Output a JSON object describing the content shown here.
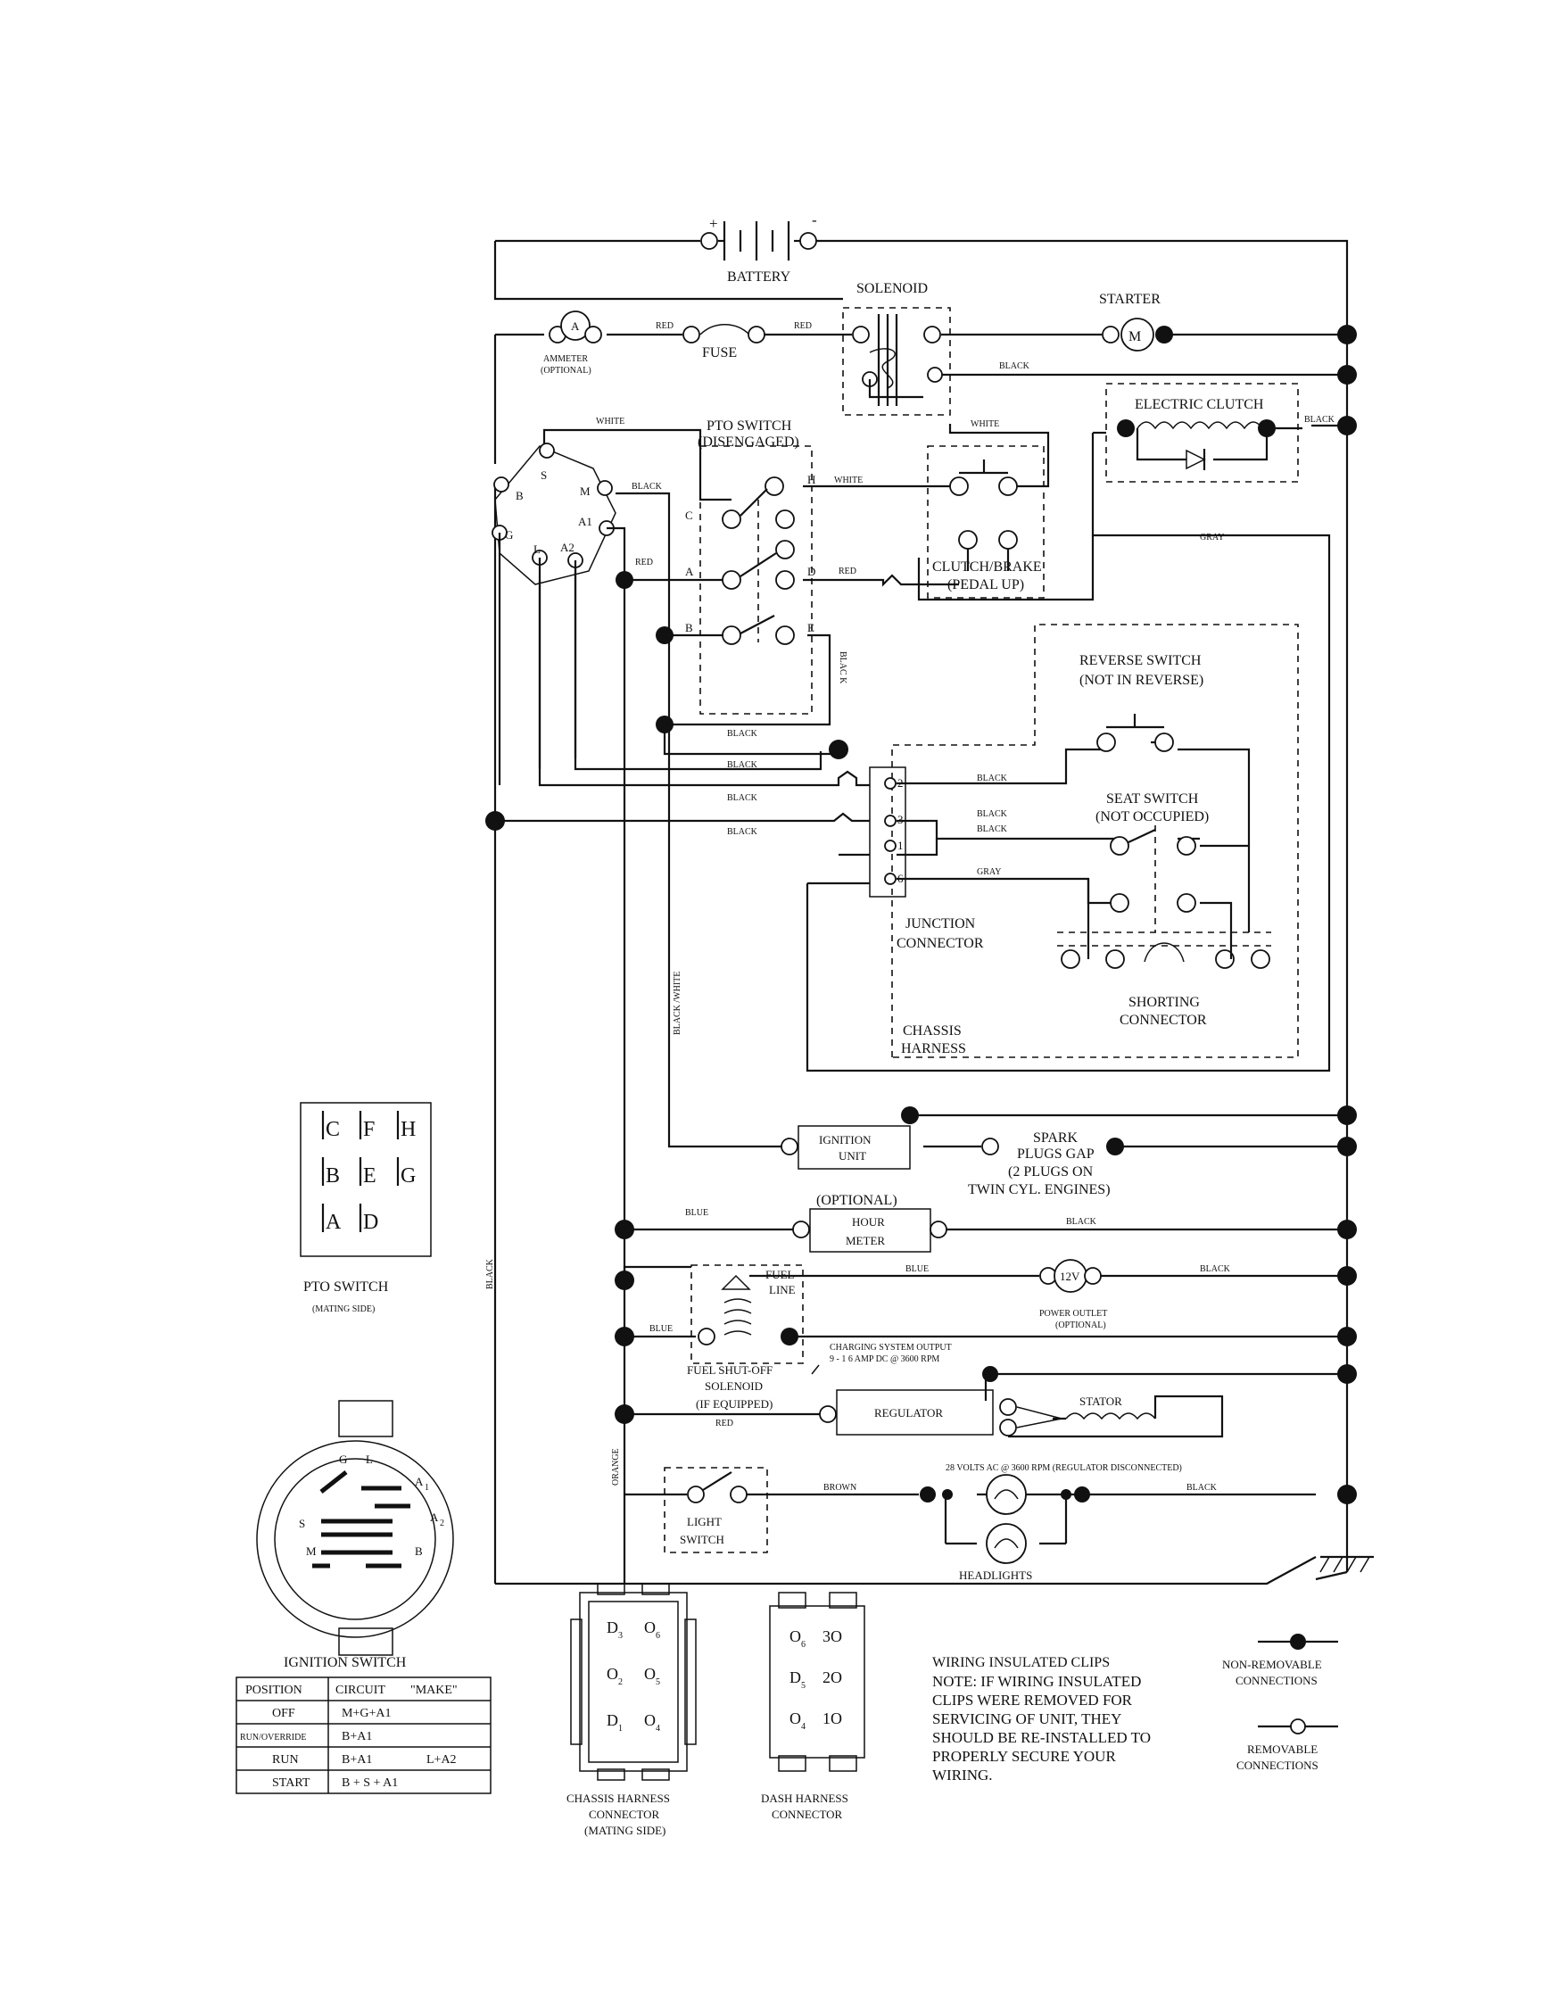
{
  "labels": {
    "battery": "BATTERY",
    "solenoid": "SOLENOID",
    "starter": "STARTER",
    "ammeter": "AMMETER",
    "ammeter_opt": "(OPTIONAL)",
    "fuse": "FUSE",
    "pto_switch": "PTO SWITCH",
    "pto_disengaged": "(DISENGAGED)",
    "electric_clutch": "ELECTRIC CLUTCH",
    "clutch_brake": "CLUTCH/BRAKE",
    "pedal_up": "(PEDAL UP)",
    "reverse_switch": "REVERSE SWITCH",
    "not_in_reverse": "(NOT IN REVERSE)",
    "seat_switch": "SEAT SWITCH",
    "not_occupied": "(NOT OCCUPIED)",
    "junction": "JUNCTION",
    "connector": "CONNECTOR",
    "shorting": "SHORTING",
    "shorting_connector": "CONNECTOR",
    "chassis": "CHASSIS",
    "harness": "HARNESS",
    "ignition_unit_1": "IGNITION",
    "ignition_unit_2": "UNIT",
    "spark_1": "SPARK",
    "spark_2": "PLUGS GAP",
    "spark_3": "(2 PLUGS ON",
    "spark_4": "TWIN CYL. ENGINES)",
    "optional": "(OPTIONAL)",
    "hour": "HOUR",
    "meter": "METER",
    "fuel_line_1": "FUEL",
    "fuel_line_2": "LINE",
    "power_outlet": "POWER OUTLET",
    "power_outlet_opt": "(OPTIONAL)",
    "twelve_v": "12V",
    "fuel_shutoff_1": "FUEL SHUT-OFF",
    "fuel_shutoff_2": "SOLENOID",
    "fuel_shutoff_3": "(IF EQUIPPED)",
    "charging_1": "CHARGING SYSTEM OUTPUT",
    "charging_2": "9 - 1 6 AMP DC @ 3600 RPM",
    "regulator": "REGULATOR",
    "stator": "STATOR",
    "volts_ac": "28 VOLTS AC @ 3600 RPM (REGULATOR DISCONNECTED)",
    "light_1": "LIGHT",
    "light_2": "SWITCH",
    "headlights": "HEADLIGHTS",
    "pto_mating_1": "PTO SWITCH",
    "pto_mating_2": "(MATING SIDE)",
    "ignition_switch": "IGNITION SWITCH",
    "chassis_conn_1": "CHASSIS HARNESS",
    "chassis_conn_2": "CONNECTOR",
    "chassis_conn_3": "(MATING SIDE)",
    "dash_conn_1": "DASH HARNESS",
    "dash_conn_2": "CONNECTOR",
    "non_removable_1": "NON-REMOVABLE",
    "non_removable_2": "CONNECTIONS",
    "removable_1": "REMOVABLE",
    "removable_2": "CONNECTIONS",
    "plus": "+",
    "minus": "-",
    "m": "M",
    "a": "A"
  },
  "wires": {
    "red": "RED",
    "black": "BLACK",
    "white": "WHITE",
    "gray": "GRAY",
    "blue": "BLUE",
    "brown": "BROWN",
    "orange": "ORANGE",
    "black_white": "BLACK /WHITE",
    "black_k": "BLAC K"
  },
  "pto_terminals": {
    "c": "C",
    "h": "H",
    "a": "A",
    "d": "D",
    "b": "B",
    "e": "E",
    "f": "F",
    "g": "G"
  },
  "ignition_terminals": {
    "s": "S",
    "m": "M",
    "b": "B",
    "g": "G",
    "l": "L",
    "a1": "A1",
    "a2": "A2"
  },
  "ignition_face": {
    "g": "G",
    "l": "L",
    "a1": "A",
    "a1_sub": "1",
    "s": "S",
    "a2": "A",
    "a2_sub": "2",
    "m": "M",
    "b": "B"
  },
  "junction_pins": [
    "2",
    "3",
    "1",
    "6"
  ],
  "chassis_pins": [
    {
      "l": "D",
      "ls": "3",
      "r": "O",
      "rs": "6"
    },
    {
      "l": "O",
      "ls": "2",
      "r": "O",
      "rs": "5"
    },
    {
      "l": "D",
      "ls": "1",
      "r": "O",
      "rs": "4"
    }
  ],
  "dash_pins": [
    {
      "l": "O",
      "ls": "6",
      "r": "3O"
    },
    {
      "l": "D",
      "ls": "5",
      "r": "2O"
    },
    {
      "l": "O",
      "ls": "4",
      "r": "1O"
    }
  ],
  "pto_mating_grid": [
    [
      "C",
      "F",
      "H"
    ],
    [
      "B",
      "E",
      "G"
    ],
    [
      "A",
      "D",
      ""
    ]
  ],
  "ignition_table": {
    "headers": [
      "POSITION",
      "CIRCUIT",
      "\"MAKE\""
    ],
    "rows": [
      [
        "OFF",
        "M+G+A1",
        ""
      ],
      [
        "RUN/OVERRIDE",
        "B+A1",
        ""
      ],
      [
        "RUN",
        "B+A1",
        "L+A2"
      ],
      [
        "START",
        "B + S + A1",
        ""
      ]
    ]
  },
  "note": {
    "title": "WIRING INSULATED CLIPS",
    "lines": [
      "NOTE:  IF WIRING INSULATED",
      "CLIPS WERE REMOVED FOR",
      "SERVICING OF UNIT, THEY",
      "SHOULD BE RE-INSTALLED TO",
      "PROPERLY SECURE YOUR",
      "WIRING."
    ]
  }
}
